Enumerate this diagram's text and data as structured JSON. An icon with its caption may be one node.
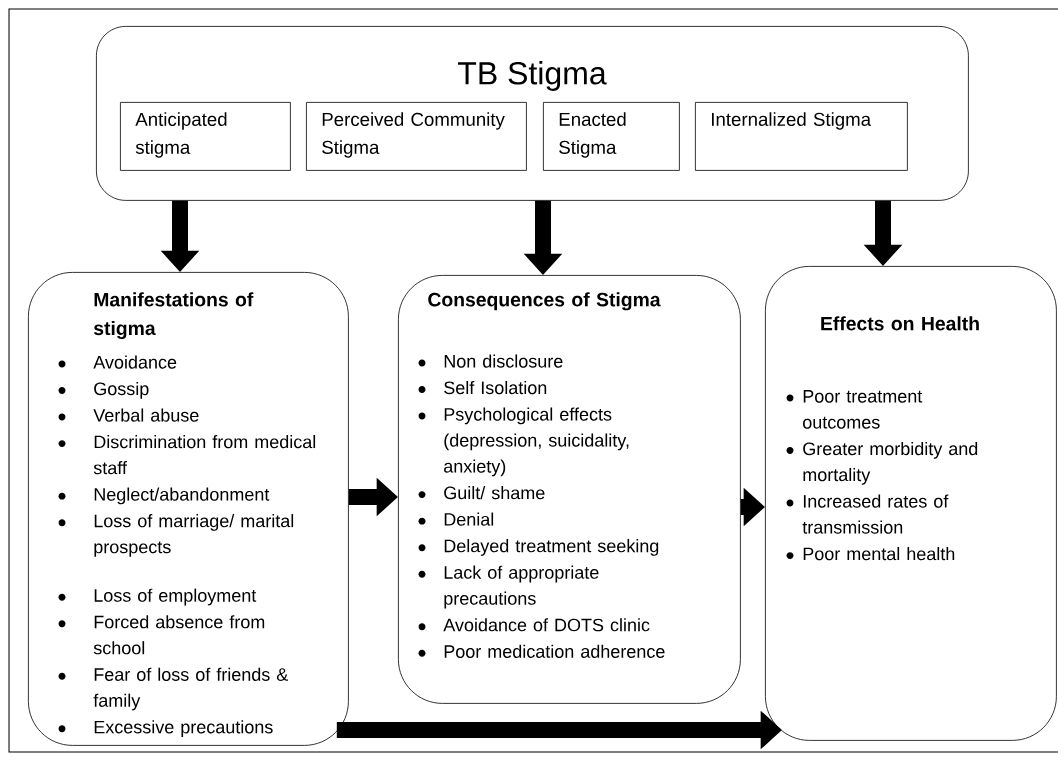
{
  "diagram": {
    "nodes": [
      {
        "text": [
          "TB Stigma"
        ]
      },
      {
        "text": [
          "Anticipated stigma"
        ],
        "in": 0
      },
      {
        "text": [
          "Perceived Community Stigma"
        ],
        "in": 0
      },
      {
        "text": [
          "Enacted Stigma"
        ],
        "in": 0
      },
      {
        "text": [
          "Internalized Stigma"
        ],
        "in": 0
      },
      {
        "text": [
          "Manifestations of stigma",
          "Avoidance",
          "Gossip",
          "Verbal abuse",
          "Discrimination from medical staff",
          "Neglect/abandonment",
          "Loss of marriage/ marital prospects",
          "Loss of employment",
          "Forced absence from school",
          "Fear of loss of friends & family",
          "Excessive precautions"
        ]
      },
      {
        "text": [
          "Consequences of Stigma",
          "Non disclosure",
          "Self Isolation",
          "Psychological effects (depression, suicidality, anxiety)",
          "Guilt/ shame",
          "Denial",
          "Delayed treatment seeking",
          "Lack of appropriate precautions",
          "Avoidance of DOTS clinic",
          "Poor medication adherence"
        ]
      },
      {
        "text": [
          "Effects on Health",
          "Poor treatment outcomes",
          "Greater morbidity and mortality",
          "Increased rates of transmission",
          "Poor mental health"
        ]
      }
    ],
    "edges": [
      {
        "from": 0,
        "to": 5,
        "arrow": "to"
      },
      {
        "from": 0,
        "to": 6,
        "arrow": "to"
      },
      {
        "from": 0,
        "to": 7,
        "arrow": "to"
      },
      {
        "from": 5,
        "to": 6,
        "arrow": "to"
      },
      {
        "from": 6,
        "to": 7,
        "arrow": "to"
      },
      {
        "from": 5,
        "to": 7,
        "arrow": "to"
      }
    ]
  }
}
